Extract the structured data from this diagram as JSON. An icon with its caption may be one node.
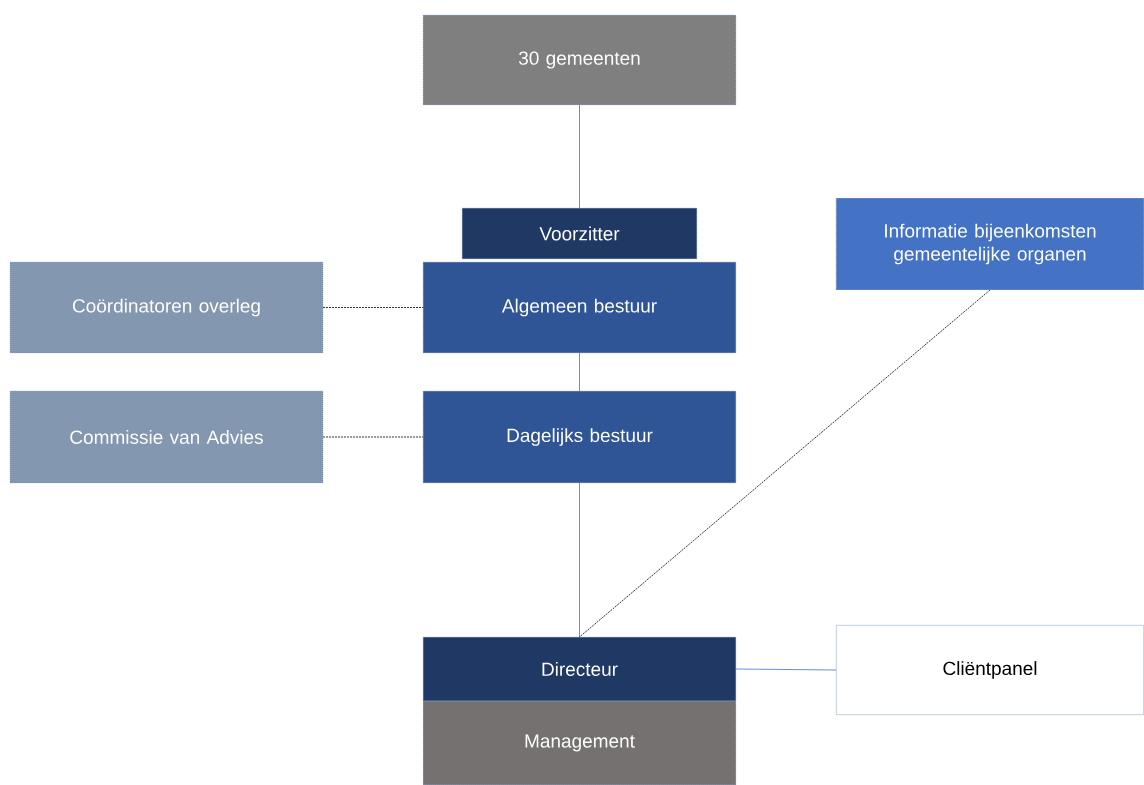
{
  "diagram": {
    "nodes": [
      {
        "text": [
          "30 gemeenten"
        ]
      },
      {
        "text": [
          "Voorzitter"
        ]
      },
      {
        "text": [
          "Algemeen bestuur"
        ]
      },
      {
        "text": [
          "Informatie bijeenkomsten gemeentelijke organen"
        ]
      },
      {
        "text": [
          "Coördinatoren overleg"
        ]
      },
      {
        "text": [
          "Commissie van Advies"
        ]
      },
      {
        "text": [
          "Dagelijks bestuur"
        ]
      },
      {
        "text": [
          "Directeur"
        ]
      },
      {
        "text": [
          "Cliëntpanel"
        ]
      },
      {
        "text": [
          "Management"
        ]
      }
    ],
    "edges": [
      {
        "from": 0,
        "to": 1,
        "arrow": "none"
      },
      {
        "from": 4,
        "to": 2,
        "arrow": "none",
        "style": "dashed",
        "color": "#000000"
      },
      {
        "from": 2,
        "to": 6,
        "arrow": "none"
      },
      {
        "from": 5,
        "to": 6,
        "arrow": "none",
        "style": "dashed",
        "color": "#000000"
      },
      {
        "from": 6,
        "to": 7,
        "arrow": "none"
      },
      {
        "from": 3,
        "to": 7,
        "arrow": "none",
        "style": "dashed",
        "color": "#000000"
      },
      {
        "from": 7,
        "to": 8,
        "arrow": "none"
      }
    ]
  }
}
